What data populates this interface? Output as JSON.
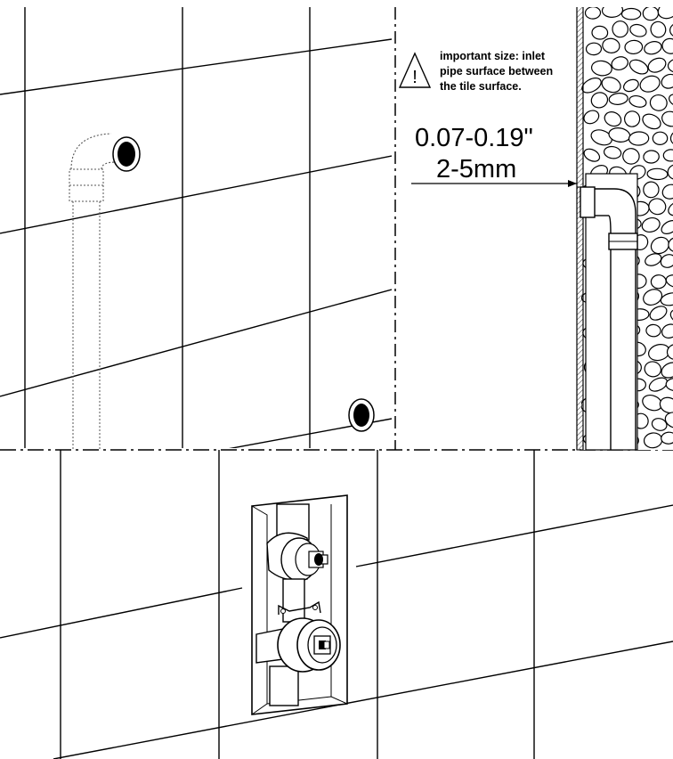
{
  "warning": {
    "icon": "warning-triangle-icon",
    "line1": "important size: inlet",
    "line2": "pipe surface between",
    "line3": "the tile surface."
  },
  "dimension": {
    "inches": "0.07-0.19\"",
    "metric": "2-5mm"
  },
  "colors": {
    "ink": "#000000",
    "paper": "#ffffff"
  }
}
